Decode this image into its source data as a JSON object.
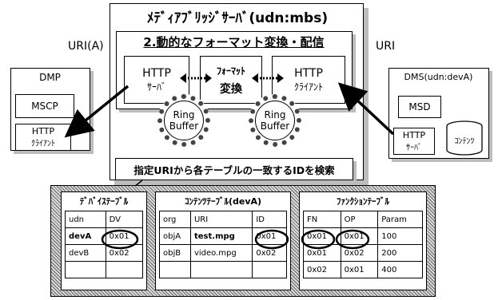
{
  "main": {
    "title": "ﾒﾃﾞｨｱﾌﾞﾘｯｼﾞｻｰﾊﾞ(udn:mbs)",
    "subtitle": "2.動的なフォーマット変換・配信",
    "http_server": [
      "HTTP",
      "ｻｰﾊﾞ"
    ],
    "format_conv": [
      "ﾌｫｰﾏｯﾄ",
      "変換"
    ],
    "http_client": [
      "HTTP",
      "ｸﾗｲｱﾝﾄ"
    ],
    "ring_buffer_1": [
      "Ring",
      "Buffer"
    ],
    "ring_buffer_2": [
      "Ring",
      "Buffer"
    ],
    "search_label": "指定URIから各テーブルの一致するIDを検索"
  },
  "labels": {
    "uri_a": "URI(A)",
    "uri": "URI"
  },
  "dmp": {
    "title": "DMP",
    "mscp": "MSCP",
    "http_client": [
      "HTTP",
      "ｸﾗｲｱﾝﾄ"
    ]
  },
  "dms": {
    "title": "DMS(udn:devA)",
    "msd": "MSD",
    "http_server": [
      "HTTP",
      "ｻｰﾊﾞ"
    ],
    "contents": "ｺﾝﾃﾝﾂ"
  },
  "tables": {
    "device": {
      "title": "ﾃﾞﾊﾞｲｽﾃｰﾌﾞﾙ",
      "headers": [
        "udn",
        "DV"
      ],
      "rows": [
        [
          "devA",
          "0x01"
        ],
        [
          "devB",
          "0x02"
        ],
        [
          "",
          ""
        ]
      ]
    },
    "content": {
      "title": "ｺﾝﾃﾝﾂﾃｰﾌﾞﾙ(devA)",
      "headers": [
        "org",
        "URI",
        "ID"
      ],
      "rows": [
        [
          "objA",
          "test.mpg",
          "0x01"
        ],
        [
          "objB",
          "video.mpg",
          "0x02"
        ],
        [
          "",
          "",
          ""
        ]
      ]
    },
    "function": {
      "title": "ﾌｧﾝｸｼｮﾝﾃｰﾌﾞﾙ",
      "headers": [
        "FN",
        "OP",
        "Param"
      ],
      "rows": [
        [
          "0x01",
          "0x01",
          "100"
        ],
        [
          "0x01",
          "0x02",
          "200"
        ],
        [
          "0x02",
          "0x01",
          "400"
        ]
      ]
    }
  }
}
